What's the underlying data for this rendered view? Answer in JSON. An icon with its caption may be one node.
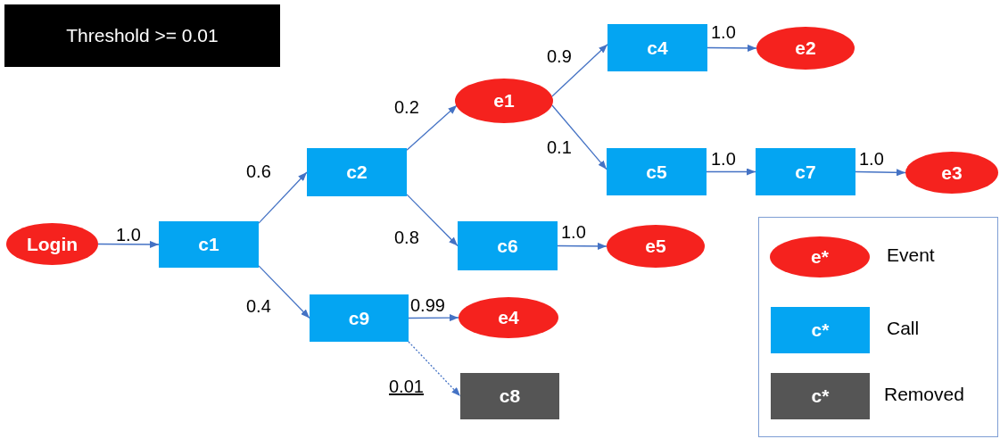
{
  "diagram": {
    "nodes": [
      {
        "text": [
          "Threshold >= 0.01"
        ]
      },
      {
        "text": [
          "Login"
        ]
      },
      {
        "text": [
          "c1"
        ]
      },
      {
        "text": [
          "c2"
        ]
      },
      {
        "text": [
          "c9"
        ]
      },
      {
        "text": [
          "e1"
        ]
      },
      {
        "text": [
          "c6"
        ]
      },
      {
        "text": [
          "e4"
        ]
      },
      {
        "text": [
          "c8"
        ]
      },
      {
        "text": [
          "c4"
        ]
      },
      {
        "text": [
          "c5"
        ]
      },
      {
        "text": [
          "e2"
        ]
      },
      {
        "text": [
          "c7"
        ]
      },
      {
        "text": [
          "e3"
        ]
      },
      {
        "text": [
          "e5"
        ]
      },
      {
        "text": [],
        "shape": "box"
      },
      {
        "text": [
          "e*"
        ],
        "in": 15,
        "beside": [
          "Event"
        ]
      },
      {
        "text": [
          "c*"
        ],
        "in": 15,
        "beside": [
          "Call"
        ]
      },
      {
        "text": [
          "c*"
        ],
        "in": 15,
        "beside": [
          "Removed"
        ]
      }
    ],
    "edges": [
      {
        "from": 1,
        "to": 2,
        "arrow": "to",
        "label": "1.0"
      },
      {
        "from": 2,
        "to": 3,
        "arrow": "to",
        "label": "0.6"
      },
      {
        "from": 2,
        "to": 4,
        "arrow": "to",
        "label": "0.4"
      },
      {
        "from": 3,
        "to": 5,
        "arrow": "to",
        "label": "0.2"
      },
      {
        "from": 3,
        "to": 6,
        "arrow": "to",
        "label": "0.8"
      },
      {
        "from": 4,
        "to": 7,
        "arrow": "to",
        "label": "0.99"
      },
      {
        "from": 4,
        "to": 8,
        "arrow": "to",
        "label": "0.01",
        "style": "dashed"
      },
      {
        "from": 5,
        "to": 9,
        "arrow": "to",
        "label": "0.9"
      },
      {
        "from": 5,
        "to": 10,
        "arrow": "to",
        "label": "0.1"
      },
      {
        "from": 9,
        "to": 11,
        "arrow": "to",
        "label": "1.0"
      },
      {
        "from": 10,
        "to": 12,
        "arrow": "to",
        "label": "1.0"
      },
      {
        "from": 12,
        "to": 13,
        "arrow": "to",
        "label": "1.0"
      },
      {
        "from": 6,
        "to": 14,
        "arrow": "to",
        "label": "1.0"
      }
    ]
  }
}
